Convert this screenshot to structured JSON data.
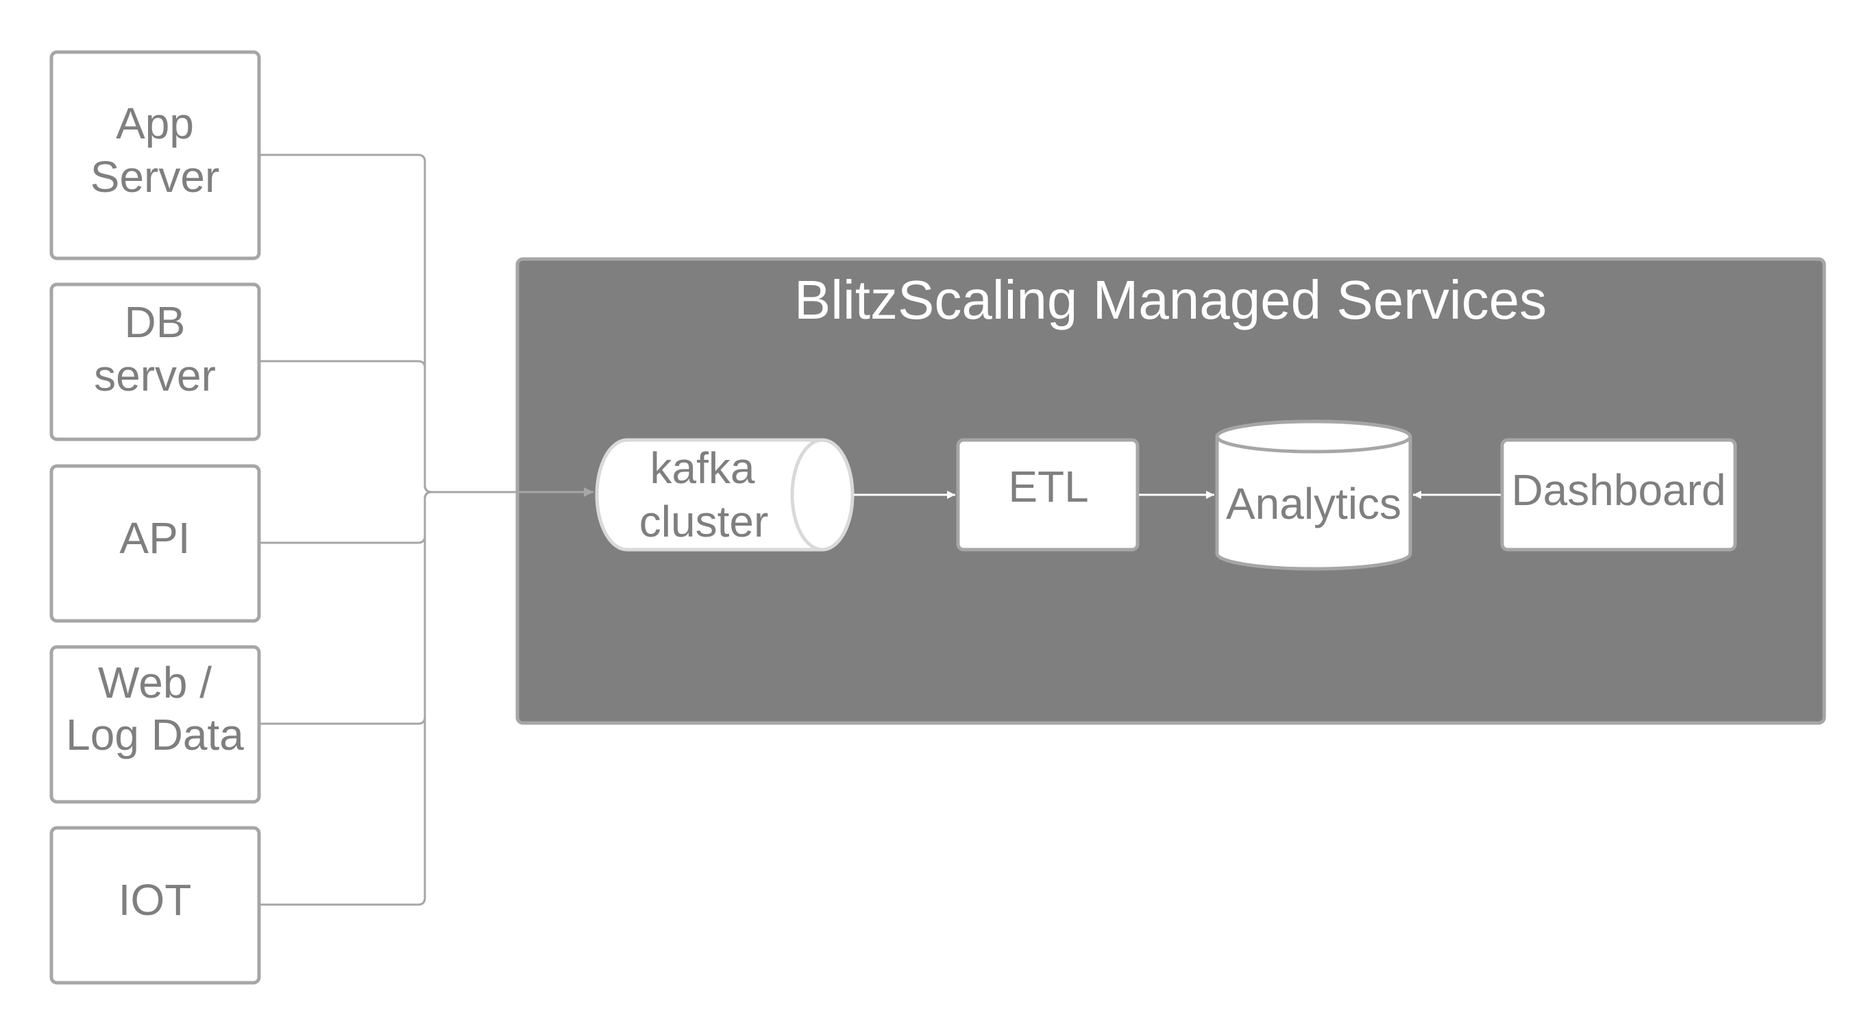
{
  "diagram": {
    "sources": [
      {
        "id": "app-server",
        "lines": [
          "App",
          "Server"
        ]
      },
      {
        "id": "db-server",
        "lines": [
          "DB",
          "server"
        ]
      },
      {
        "id": "api",
        "lines": [
          "API"
        ]
      },
      {
        "id": "web-log-data",
        "lines": [
          "Web /",
          "Log Data"
        ]
      },
      {
        "id": "iot",
        "lines": [
          "IOT"
        ]
      }
    ],
    "container": {
      "title": "BlitzScaling Managed Services"
    },
    "nodes": {
      "kafka": {
        "lines": [
          "kafka",
          "cluster"
        ]
      },
      "etl": {
        "label": "ETL"
      },
      "analytics": {
        "label": "Analytics"
      },
      "dashboard": {
        "label": "Dashboard"
      }
    },
    "colors": {
      "container_fill": "#7f7f7f",
      "stroke": "#a6a6a6",
      "text": "#7f7f7f",
      "title_text": "#ffffff"
    }
  }
}
